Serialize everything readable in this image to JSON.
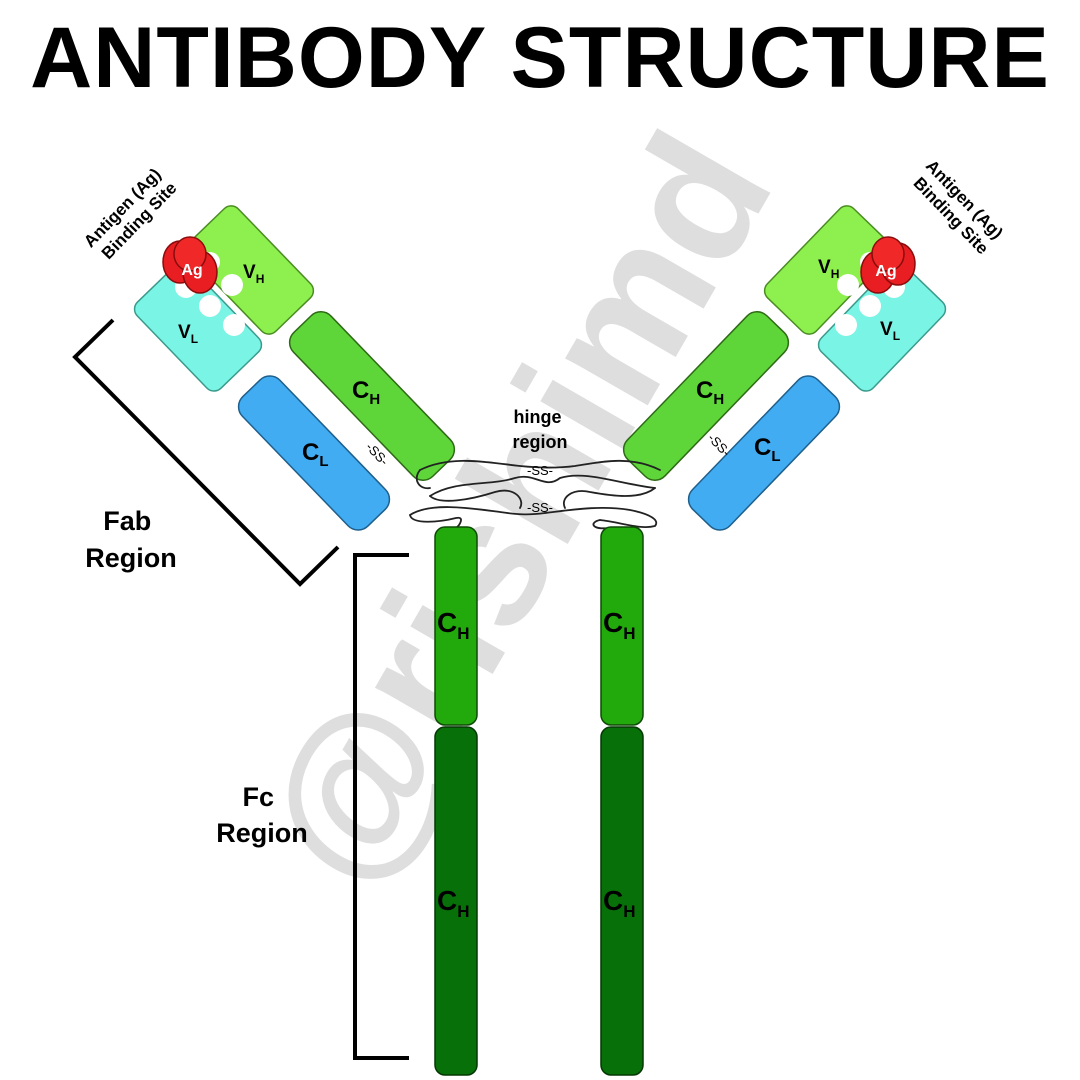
{
  "title": "ANTIBODY STRUCTURE",
  "labels": {
    "antigen_binding_site_line1": "Antigen (Ag)",
    "antigen_binding_site_line2": "Binding Site",
    "antigen": "Ag",
    "heavy_variable": "V",
    "heavy_variable_sub": "H",
    "light_variable": "V",
    "light_variable_sub": "L",
    "heavy_constant": "C",
    "heavy_constant_sub": "H",
    "light_constant": "C",
    "light_constant_sub": "L",
    "disulfide": "-SS-",
    "hinge_line1": "hinge",
    "hinge_line2": "region",
    "fab_line1": "Fab",
    "fab_line2": "Region",
    "fc_line1": "Fc",
    "fc_line2": "Region"
  },
  "watermark": "@rishimd",
  "colors": {
    "variable_heavy": "#8ef04e",
    "variable_light": "#7af4e4",
    "constant_heavy_fab": "#5ed63a",
    "constant_light": "#42acf2",
    "fc_upper": "#22aa0c",
    "fc_lower": "#087008",
    "antigen": "#e81e22"
  }
}
